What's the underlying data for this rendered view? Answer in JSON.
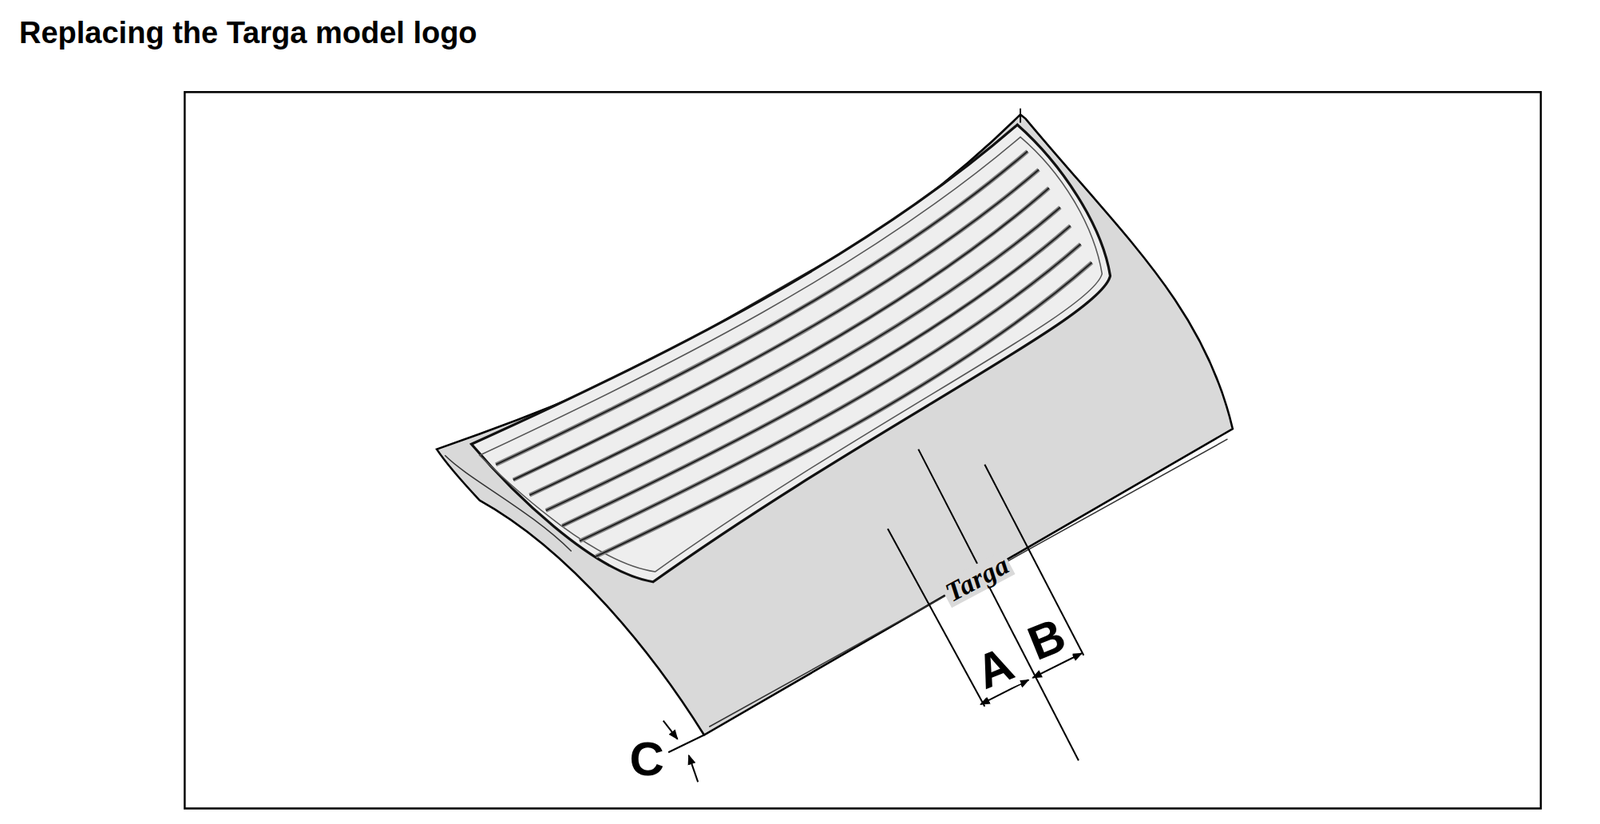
{
  "diagram": {
    "title": "Replacing the Targa model logo",
    "labels": [
      "Targa",
      "A",
      "B",
      "C"
    ]
  }
}
